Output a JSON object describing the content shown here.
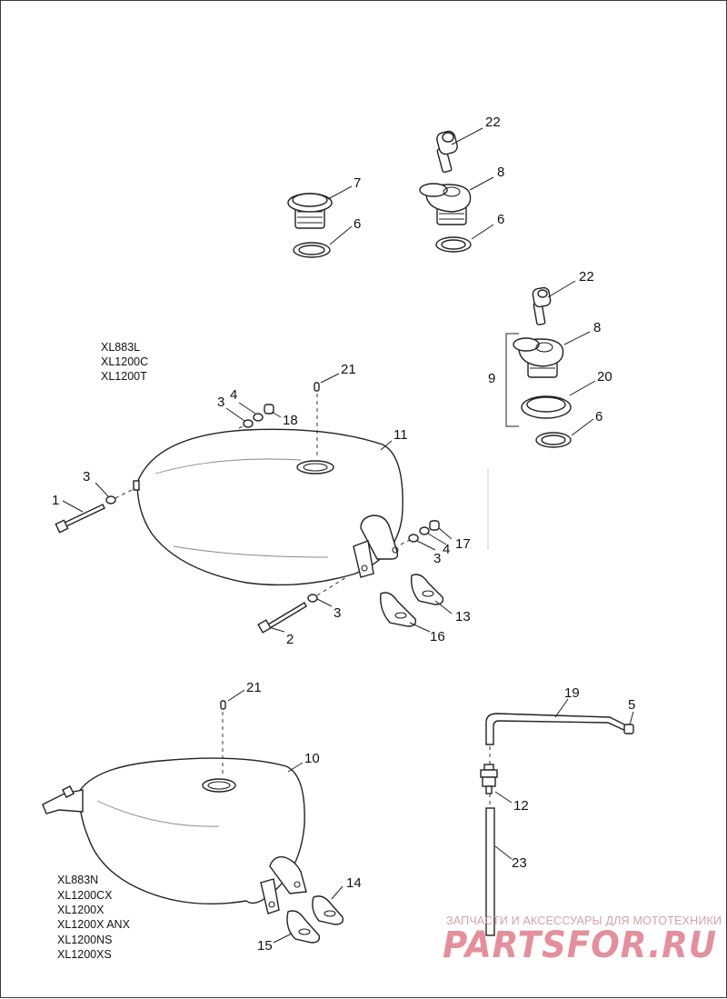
{
  "callouts": {
    "c1": "1",
    "c2": "2",
    "c3a": "3",
    "c3b": "3",
    "c3c": "3",
    "c3d": "3",
    "c4a": "4",
    "c4b": "4",
    "c5": "5",
    "c6a": "6",
    "c6b": "6",
    "c6c": "6",
    "c7": "7",
    "c8a": "8",
    "c8b": "8",
    "c9": "9",
    "c10": "10",
    "c11": "11",
    "c12": "12",
    "c13": "13",
    "c14": "14",
    "c15": "15",
    "c16": "16",
    "c17": "17",
    "c18": "18",
    "c19": "19",
    "c20": "20",
    "c21a": "21",
    "c21b": "21",
    "c22a": "22",
    "c22b": "22",
    "c23": "23"
  },
  "models_upper": [
    "XL883L",
    "XL1200C",
    "XL1200T"
  ],
  "models_lower": [
    "XL883N",
    "XL1200CX",
    "XL1200X",
    "XL1200X ANX",
    "XL1200NS",
    "XL1200XS"
  ],
  "watermark": {
    "tagline": "ЗАПЧАСТИ И АКСЕССУАРЫ ДЛЯ МОТОТЕХНИКИ",
    "logo": "PARTSFOR.RU",
    "color": "#e48f9c"
  }
}
